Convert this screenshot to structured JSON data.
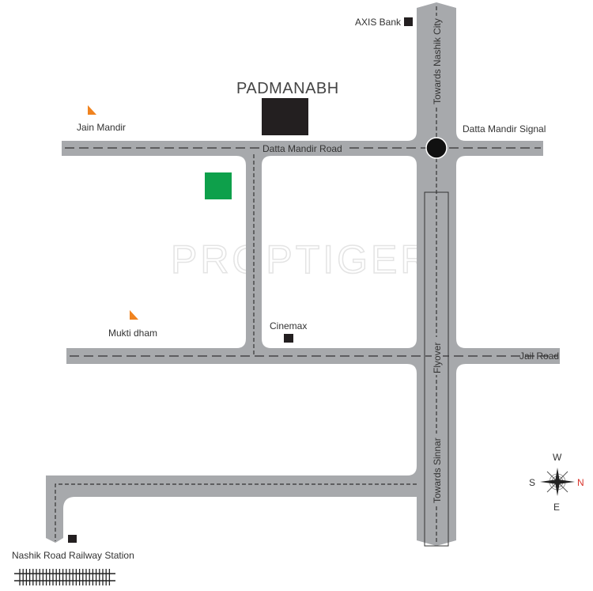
{
  "project": {
    "name": "PADMANABH"
  },
  "watermark": "PROPTIGER",
  "roads": {
    "datta_mandir_road": "Datta Mandir Road",
    "towards_nashik_city": "Towards Nashik City",
    "jail_road": "Jail Road",
    "flyover": "Flyover",
    "towards_sinnar": "Towards Sinnar"
  },
  "landmarks": {
    "axis_bank": "AXIS Bank",
    "jain_mandir": "Jain Mandir",
    "datta_mandir_signal": "Datta Mandir Signal",
    "mukti_dham": "Mukti dham",
    "cinemax": "Cinemax",
    "railway_station": "Nashik Road Railway Station"
  },
  "compass": {
    "north": "N",
    "south": "S",
    "east": "E",
    "west": "W",
    "north_color": "#d9342b"
  },
  "colors": {
    "road": "#a7a9ac",
    "project": "#231f20",
    "park": "#0ea04b",
    "temple": "#f0831f"
  }
}
